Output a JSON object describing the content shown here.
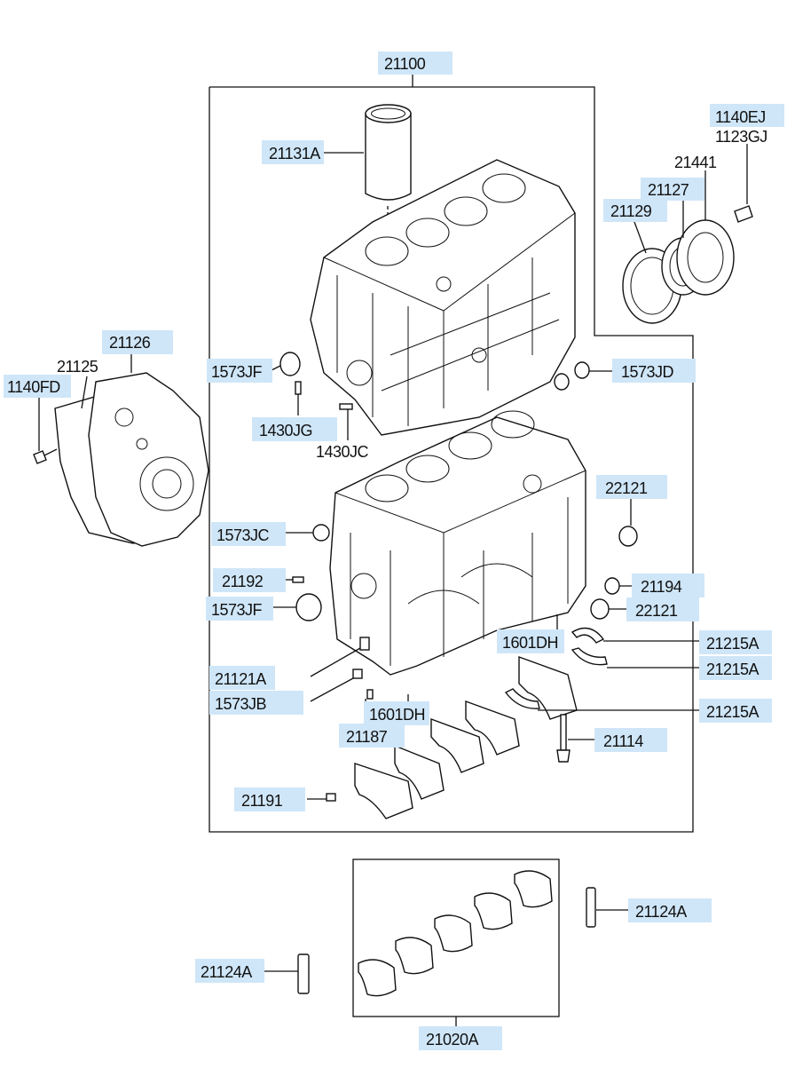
{
  "assembly_label": "21100",
  "liner_assembly_label": "21020A",
  "callouts": [
    {
      "id": "21131a",
      "text": "21131A"
    },
    {
      "id": "1140ej",
      "text": "1140EJ"
    },
    {
      "id": "1123gj",
      "text": "1123GJ"
    },
    {
      "id": "21441",
      "text": "21441"
    },
    {
      "id": "21127",
      "text": "21127"
    },
    {
      "id": "21129",
      "text": "21129"
    },
    {
      "id": "21126",
      "text": "21126"
    },
    {
      "id": "21125",
      "text": "21125"
    },
    {
      "id": "1140fd",
      "text": "1140FD"
    },
    {
      "id": "1573jf-top",
      "text": "1573JF"
    },
    {
      "id": "1573jd",
      "text": "1573JD"
    },
    {
      "id": "1430jg",
      "text": "1430JG"
    },
    {
      "id": "1430jc",
      "text": "1430JC"
    },
    {
      "id": "22121-top",
      "text": "22121"
    },
    {
      "id": "1573jc",
      "text": "1573JC"
    },
    {
      "id": "21192",
      "text": "21192"
    },
    {
      "id": "21194",
      "text": "21194"
    },
    {
      "id": "1573jf-bottom",
      "text": "1573JF"
    },
    {
      "id": "22121-bottom",
      "text": "22121"
    },
    {
      "id": "1601dh-right",
      "text": "1601DH"
    },
    {
      "id": "21215a-1",
      "text": "21215A"
    },
    {
      "id": "21215a-2",
      "text": "21215A"
    },
    {
      "id": "21121a",
      "text": "21121A"
    },
    {
      "id": "1573jb",
      "text": "1573JB"
    },
    {
      "id": "21215a-3",
      "text": "21215A"
    },
    {
      "id": "1601dh-left",
      "text": "1601DH"
    },
    {
      "id": "21187",
      "text": "21187"
    },
    {
      "id": "21114",
      "text": "21114"
    },
    {
      "id": "21191",
      "text": "21191"
    },
    {
      "id": "21124a-right",
      "text": "21124A"
    },
    {
      "id": "21124a-left",
      "text": "21124A"
    }
  ]
}
